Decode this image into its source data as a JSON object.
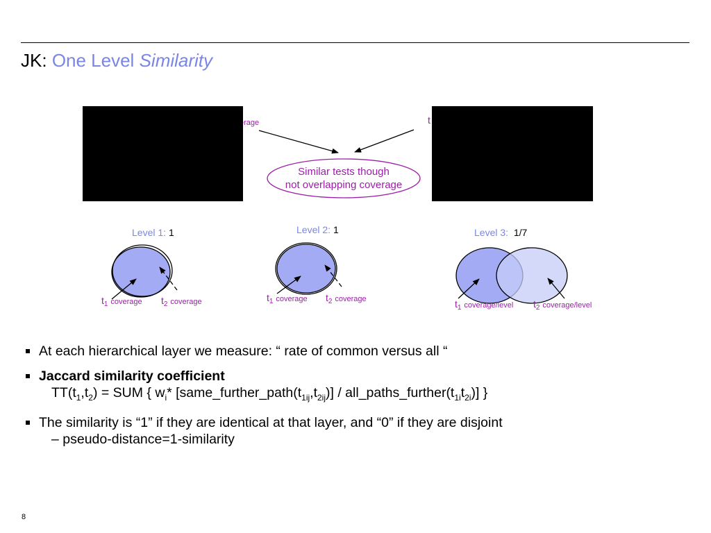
{
  "title": {
    "prefix": "JK:",
    "part1": "One Level",
    "part2": "Similarity"
  },
  "top_labels": {
    "left_fragment": "erage",
    "right_fragment": "t"
  },
  "callout": {
    "line1": "Similar tests though",
    "line2": "not overlapping coverage"
  },
  "levels": [
    {
      "name": "Level 1:",
      "value": "1",
      "t1": "t",
      "t1_sub": "1",
      "t1_label": "coverage",
      "t2": "t",
      "t2_sub": "2",
      "t2_label": "coverage"
    },
    {
      "name": "Level 2:",
      "value": "1",
      "t1": "t",
      "t1_sub": "1",
      "t1_label": "coverage",
      "t2": "t",
      "t2_sub": "2",
      "t2_label": "coverage"
    },
    {
      "name": "Level 3:",
      "value": "1/7",
      "t1": "t",
      "t1_sub": "1",
      "t1_label": "coverage/level",
      "t2": "t",
      "t2_sub": "2",
      "t2_label": "coverage/level"
    }
  ],
  "bullets": {
    "b1": "At each hierarchical layer we measure: “ rate of common versus all “",
    "b2_title": "Jaccard similarity coefficient",
    "b2_formula": {
      "p1": "TT(t",
      "s1": "1",
      "p2": ",t",
      "s2": "2",
      "p3": ") = SUM { w",
      "s3": "i",
      "p4": "* [same_further_path(t",
      "s4": "1ij",
      "p5": ",t",
      "s5": "2ij",
      "p6": ")] / all_paths_further(t",
      "s6": "1i",
      "p7": "t",
      "s7": "2i",
      "p8": ")] }"
    },
    "b3": "The similarity is “1” if they are identical at that layer, and “0” if they are disjoint",
    "b3_cont": "– pseudo-distance=1-similarity"
  },
  "page_number": "8",
  "colors": {
    "accent_blue": "#7a86e6",
    "purple": "#9a1fa6",
    "circle_fill": "#a3abf4",
    "circle_fill_light": "#c5ccf8"
  }
}
